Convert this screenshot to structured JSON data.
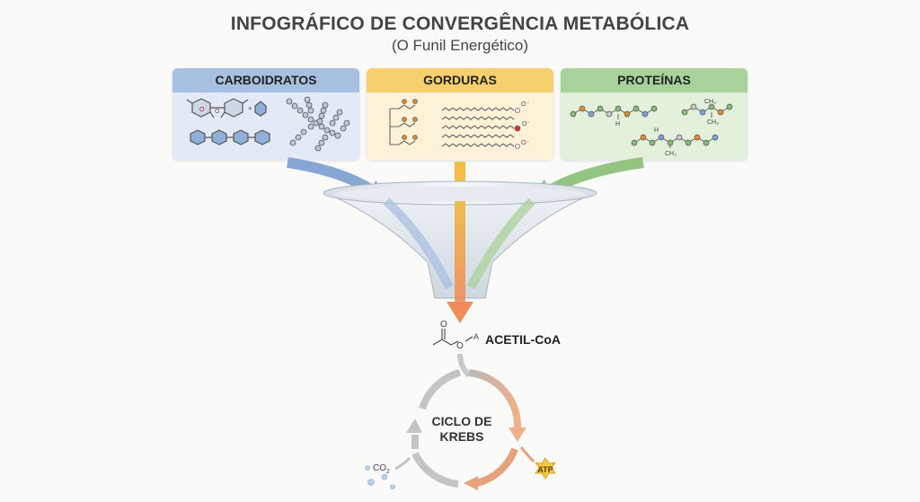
{
  "title": "INFOGRÁFICO DE CONVERGÊNCIA METABÓLICA",
  "subtitle": "(O Funil Energético)",
  "sources": [
    {
      "label": "CARBOIDRATOS",
      "color": "#7a9cc8"
    },
    {
      "label": "GORDURAS",
      "color": "#f0b63c"
    },
    {
      "label": "PROTEÍNAS",
      "color": "#86bd73"
    }
  ],
  "fat_molecule_groups": [
    "O⁻",
    "O⁻",
    "O⁻"
  ],
  "protein_molecule_groups": [
    "H",
    "CH₃",
    "CH₃",
    "H",
    "CH₃"
  ],
  "acetyl": {
    "label": "ACETIL-CoA",
    "atom_o": "O",
    "atom_a": "A",
    "atom_o2": "O"
  },
  "krebs": {
    "line1": "CICLO DE",
    "line2": "KREBS"
  },
  "atp": "ATP",
  "co2": {
    "base": "CO",
    "sub": "2"
  }
}
